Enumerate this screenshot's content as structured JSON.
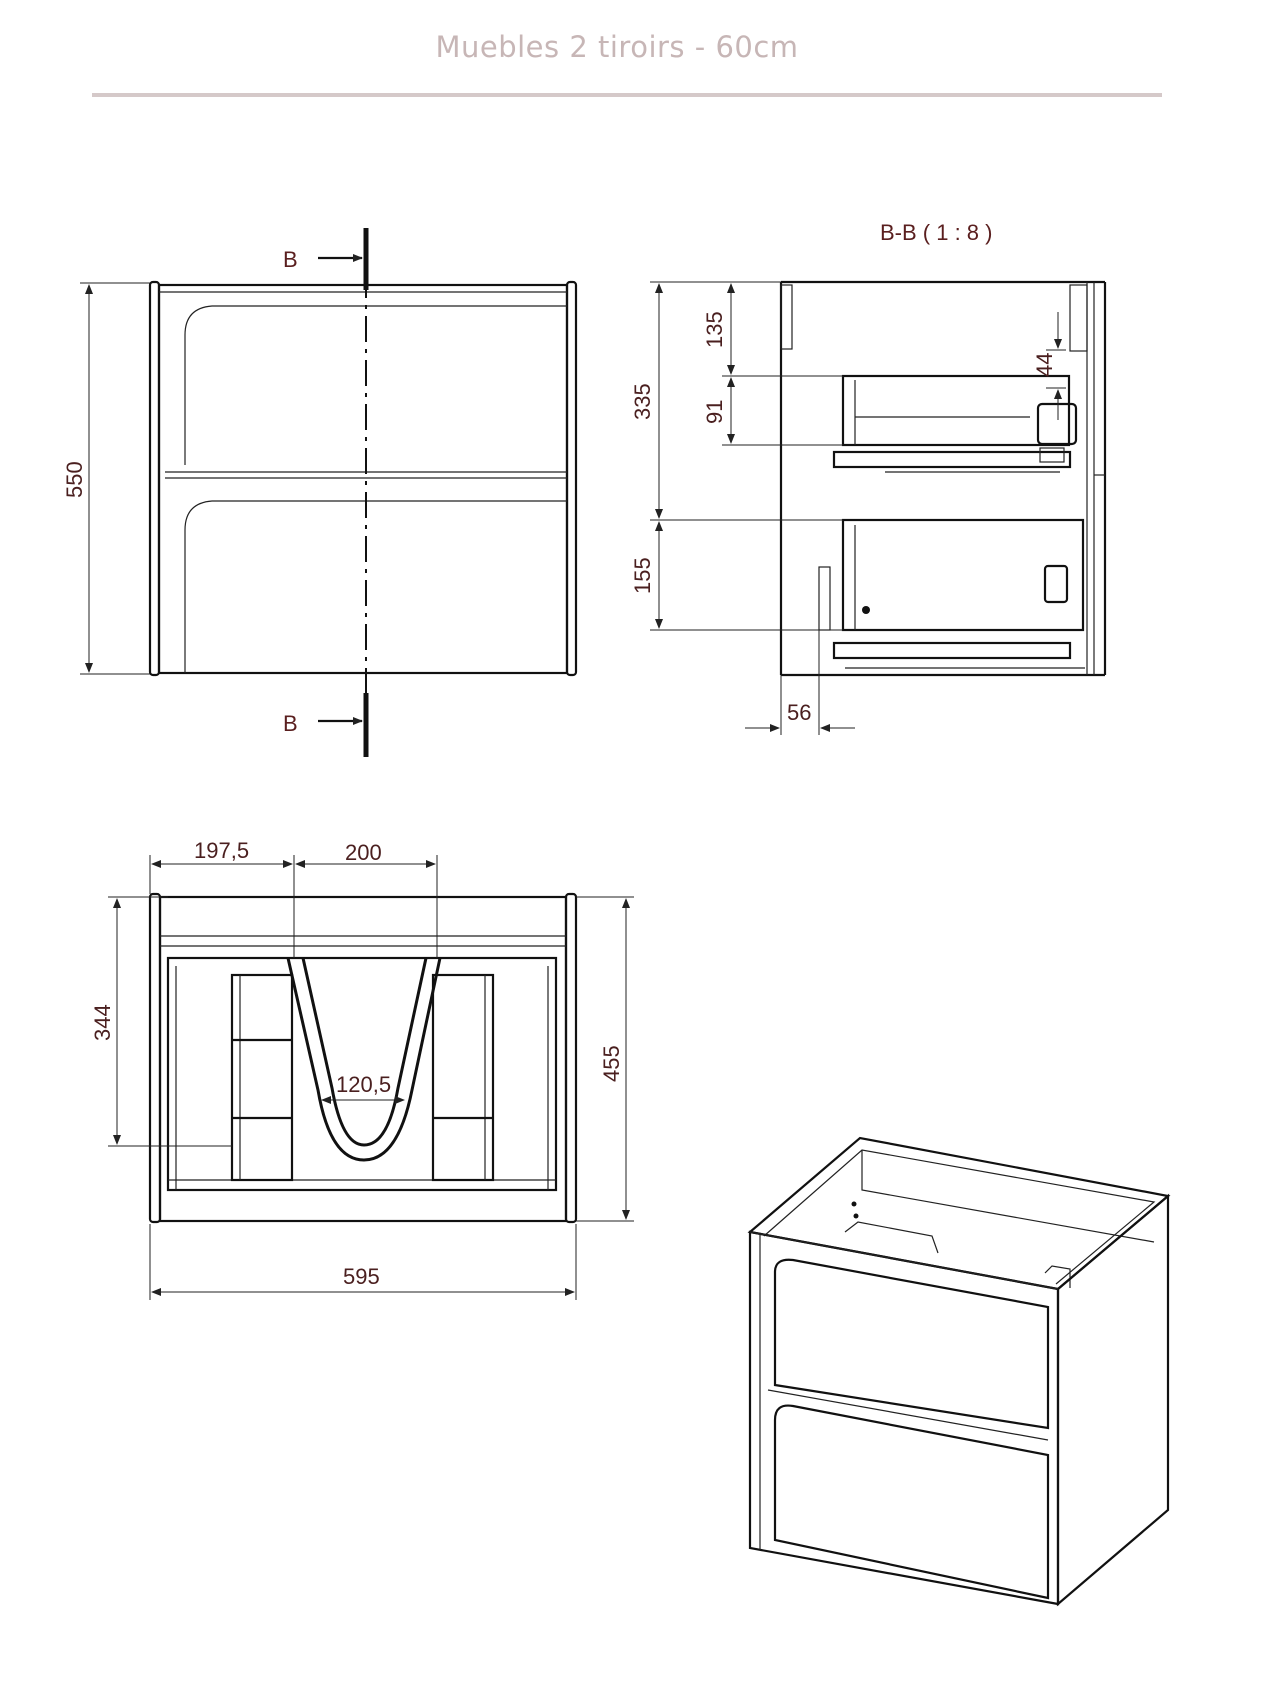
{
  "header": {
    "title": "Muebles 2 tiroirs - 60cm"
  },
  "front_view": {
    "section_marker": "B",
    "height_dim": "550"
  },
  "section_view": {
    "title": "B-B ( 1 : 8 )",
    "dims": {
      "total_upper": "335",
      "top_gap": "135",
      "drawer_depth_upper": "91",
      "rail": "44",
      "lower_drawer": "155",
      "setback": "56"
    }
  },
  "top_view": {
    "dims": {
      "left_offset": "197,5",
      "cutout_width": "200",
      "siphon_width": "120,5",
      "inner_depth": "344",
      "total_depth": "455",
      "total_width": "595"
    }
  }
}
